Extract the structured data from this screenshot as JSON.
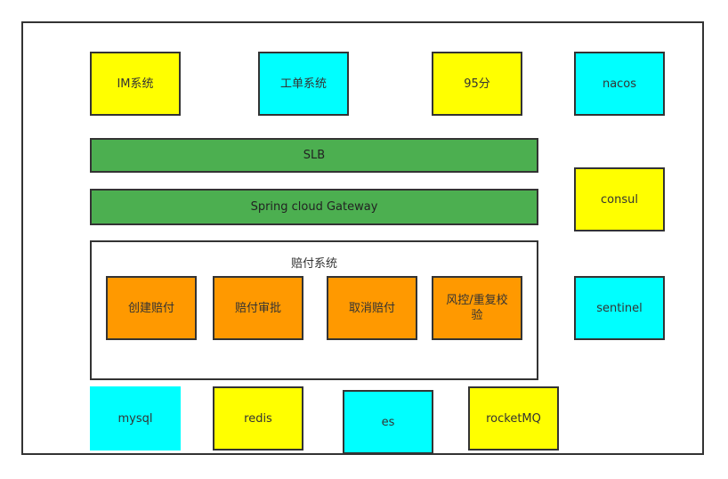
{
  "top_row": {
    "im_system": "IM系统",
    "ticket_system": "工单系统",
    "score_95": "95分"
  },
  "side": {
    "nacos": "nacos",
    "consul": "consul",
    "sentinel": "sentinel"
  },
  "slb": "SLB",
  "gateway": "Spring cloud Gateway",
  "claims_system": {
    "title": "赔付系统",
    "modules": {
      "create": "创建赔付",
      "approve": "赔付审批",
      "cancel": "取消赔付",
      "risk": "风控/重复校验"
    }
  },
  "storage": {
    "mysql": "mysql",
    "redis": "redis",
    "es": "es",
    "rocketmq": "rocketMQ"
  },
  "colors": {
    "yellow": "#ffff00",
    "cyan": "#00ffff",
    "orange": "#ff9900",
    "green": "#4caf50"
  }
}
